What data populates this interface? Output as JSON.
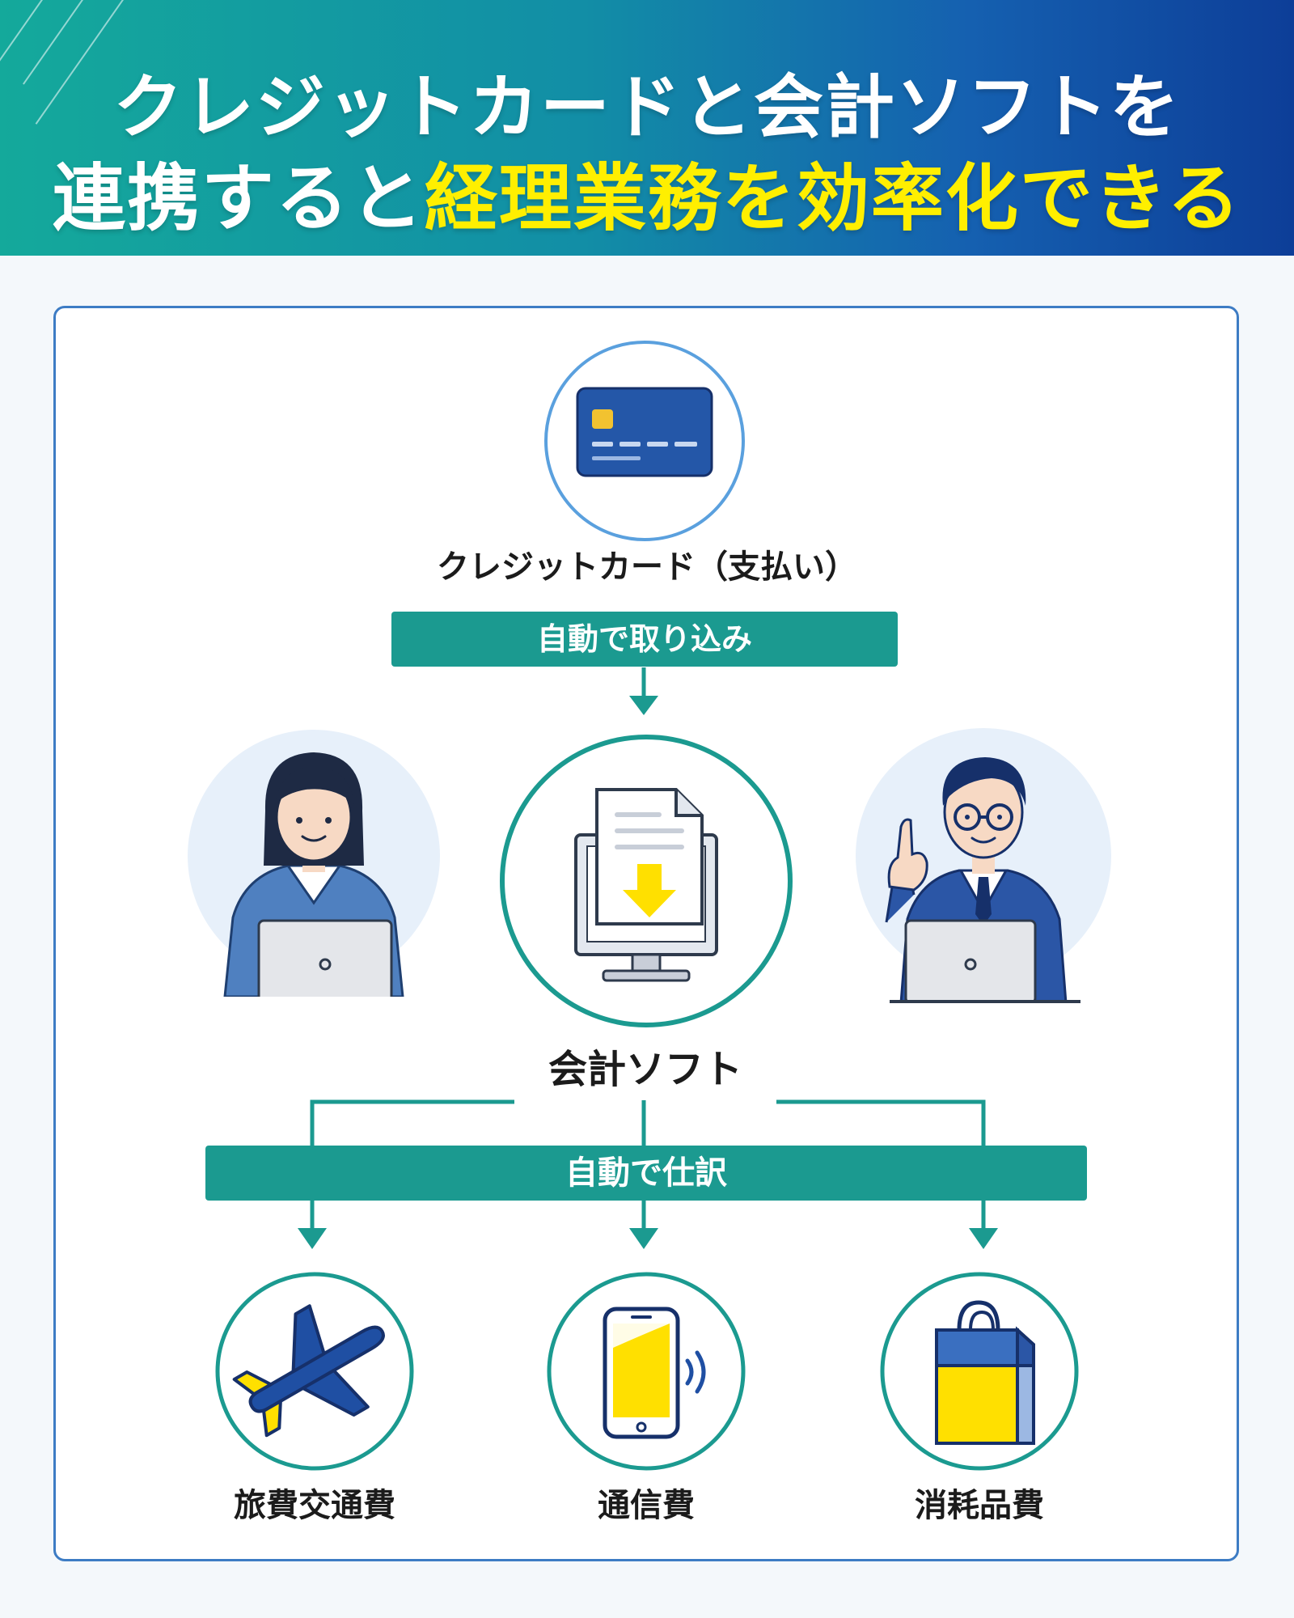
{
  "title": {
    "line1": "クレジットカードと会計ソフトを",
    "line2_prefix": "連携すると",
    "line2_highlight": "経理業務を効率化できる"
  },
  "credit_card": {
    "label": "クレジットカード（支払い）",
    "icon": "credit-card-icon"
  },
  "import_banner": "自動で取り込み",
  "accounting_software": {
    "label": "会計ソフト",
    "icon": "monitor-document-download-icon"
  },
  "people": [
    {
      "name": "woman-with-laptop",
      "icon": "businesswoman-laptop-icon"
    },
    {
      "name": "man-with-laptop",
      "icon": "businessman-laptop-icon"
    }
  ],
  "journal_banner": "自動で仕訳",
  "categories": [
    {
      "label": "旅費交通費",
      "icon": "airplane-icon"
    },
    {
      "label": "通信費",
      "icon": "smartphone-icon"
    },
    {
      "label": "消耗品費",
      "icon": "shopping-bag-icon"
    }
  ],
  "colors": {
    "teal": "#1b9a90",
    "blue": "#1f4fa3",
    "yellow": "#ffe000",
    "highlight_yellow": "#ffef00",
    "panel_border": "#3d7cc4"
  }
}
